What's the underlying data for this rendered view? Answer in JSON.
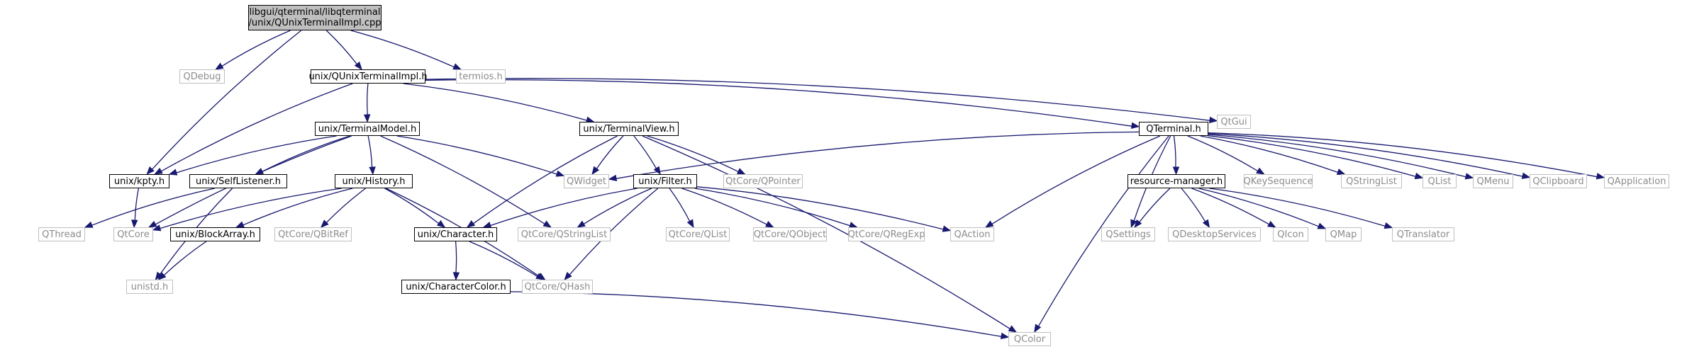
{
  "colors": {
    "edge": "#191970",
    "root_fill": "#bfbfbf",
    "external_border": "#bfbfbf",
    "external_text": "#8c8c8c",
    "local_border": "#000000"
  },
  "diagram": {
    "type": "include-dependency-graph",
    "nodes": [
      {
        "id": "root",
        "kind": "root",
        "lines": [
          "libgui/qterminal/libqterminal",
          "/unix/QUnixTerminalImpl.cpp"
        ]
      },
      {
        "id": "qdebug",
        "kind": "ext",
        "label": "QDebug"
      },
      {
        "id": "quniximpl_h",
        "kind": "local",
        "label": "unix/QUnixTerminalImpl.h"
      },
      {
        "id": "termios",
        "kind": "ext",
        "label": "termios.h"
      },
      {
        "id": "terminalmodel",
        "kind": "local",
        "label": "unix/TerminalModel.h"
      },
      {
        "id": "terminalview",
        "kind": "local",
        "label": "unix/TerminalView.h"
      },
      {
        "id": "qtgui",
        "kind": "ext",
        "label": "QtGui"
      },
      {
        "id": "qterminal",
        "kind": "local",
        "label": "QTerminal.h"
      },
      {
        "id": "kpty",
        "kind": "local",
        "label": "unix/kpty.h"
      },
      {
        "id": "selflistener",
        "kind": "local",
        "label": "unix/SelfListener.h"
      },
      {
        "id": "history",
        "kind": "local",
        "label": "unix/History.h"
      },
      {
        "id": "qwidget",
        "kind": "ext",
        "label": "QWidget"
      },
      {
        "id": "filter",
        "kind": "local",
        "label": "unix/Filter.h"
      },
      {
        "id": "qtcore_qpointer",
        "kind": "ext",
        "label": "QtCore/QPointer"
      },
      {
        "id": "resourcemanager",
        "kind": "local",
        "label": "resource-manager.h"
      },
      {
        "id": "qkeysequence",
        "kind": "ext",
        "label": "QKeySequence"
      },
      {
        "id": "qstringlist",
        "kind": "ext",
        "label": "QStringList"
      },
      {
        "id": "qlist",
        "kind": "ext",
        "label": "QList"
      },
      {
        "id": "qmenu",
        "kind": "ext",
        "label": "QMenu"
      },
      {
        "id": "qclipboard",
        "kind": "ext",
        "label": "QClipboard"
      },
      {
        "id": "qapplication",
        "kind": "ext",
        "label": "QApplication"
      },
      {
        "id": "qthread",
        "kind": "ext",
        "label": "QThread"
      },
      {
        "id": "qtcore",
        "kind": "ext",
        "label": "QtCore"
      },
      {
        "id": "blockarray",
        "kind": "local",
        "label": "unix/BlockArray.h"
      },
      {
        "id": "qtcore_qbitref",
        "kind": "ext",
        "label": "QtCore/QBitRef"
      },
      {
        "id": "character",
        "kind": "local",
        "label": "unix/Character.h"
      },
      {
        "id": "qtcore_qstringlist",
        "kind": "ext",
        "label": "QtCore/QStringList"
      },
      {
        "id": "qtcore_qlist",
        "kind": "ext",
        "label": "QtCore/QList"
      },
      {
        "id": "qtcore_qobject",
        "kind": "ext",
        "label": "QtCore/QObject"
      },
      {
        "id": "qtcore_qregexp",
        "kind": "ext",
        "label": "QtCore/QRegExp"
      },
      {
        "id": "qaction",
        "kind": "ext",
        "label": "QAction"
      },
      {
        "id": "qsettings",
        "kind": "ext",
        "label": "QSettings"
      },
      {
        "id": "qdesktopservices",
        "kind": "ext",
        "label": "QDesktopServices"
      },
      {
        "id": "qicon",
        "kind": "ext",
        "label": "QIcon"
      },
      {
        "id": "qmap",
        "kind": "ext",
        "label": "QMap"
      },
      {
        "id": "qtranslator",
        "kind": "ext",
        "label": "QTranslator"
      },
      {
        "id": "unistd",
        "kind": "ext",
        "label": "unistd.h"
      },
      {
        "id": "charactercolor",
        "kind": "local",
        "label": "unix/CharacterColor.h"
      },
      {
        "id": "qtcore_qhash",
        "kind": "ext",
        "label": "QtCore/QHash"
      },
      {
        "id": "qcolor",
        "kind": "ext",
        "label": "QColor"
      }
    ],
    "edges": [
      [
        "root",
        "qdebug"
      ],
      [
        "root",
        "quniximpl_h"
      ],
      [
        "root",
        "termios"
      ],
      [
        "root",
        "kpty"
      ],
      [
        "quniximpl_h",
        "terminalmodel"
      ],
      [
        "quniximpl_h",
        "terminalview"
      ],
      [
        "quniximpl_h",
        "qtgui"
      ],
      [
        "quniximpl_h",
        "qterminal"
      ],
      [
        "quniximpl_h",
        "kpty"
      ],
      [
        "terminalmodel",
        "kpty"
      ],
      [
        "terminalmodel",
        "selflistener"
      ],
      [
        "terminalmodel",
        "history"
      ],
      [
        "terminalmodel",
        "qwidget"
      ],
      [
        "terminalmodel",
        "qtcore"
      ],
      [
        "terminalmodel",
        "qtcore_qstringlist"
      ],
      [
        "terminalview",
        "qwidget"
      ],
      [
        "terminalview",
        "filter"
      ],
      [
        "terminalview",
        "qtcore_qpointer"
      ],
      [
        "terminalview",
        "character"
      ],
      [
        "terminalview",
        "qcolor"
      ],
      [
        "kpty",
        "qtcore"
      ],
      [
        "selflistener",
        "qthread"
      ],
      [
        "selflistener",
        "unistd"
      ],
      [
        "history",
        "qtcore"
      ],
      [
        "history",
        "blockarray"
      ],
      [
        "history",
        "qtcore_qbitref"
      ],
      [
        "history",
        "character"
      ],
      [
        "history",
        "qtcore_qhash"
      ],
      [
        "blockarray",
        "unistd"
      ],
      [
        "filter",
        "character"
      ],
      [
        "filter",
        "qtcore_qstringlist"
      ],
      [
        "filter",
        "qtcore_qlist"
      ],
      [
        "filter",
        "qtcore_qobject"
      ],
      [
        "filter",
        "qtcore_qregexp"
      ],
      [
        "filter",
        "qaction"
      ],
      [
        "filter",
        "qtcore_qhash"
      ],
      [
        "character",
        "charactercolor"
      ],
      [
        "character",
        "qtcore_qhash"
      ],
      [
        "charactercolor",
        "qcolor"
      ],
      [
        "qterminal",
        "qwidget"
      ],
      [
        "qterminal",
        "resourcemanager"
      ],
      [
        "qterminal",
        "qkeysequence"
      ],
      [
        "qterminal",
        "qstringlist"
      ],
      [
        "qterminal",
        "qlist"
      ],
      [
        "qterminal",
        "qmenu"
      ],
      [
        "qterminal",
        "qclipboard"
      ],
      [
        "qterminal",
        "qapplication"
      ],
      [
        "qterminal",
        "qaction"
      ],
      [
        "qterminal",
        "qsettings"
      ],
      [
        "qterminal",
        "qcolor"
      ],
      [
        "resourcemanager",
        "qsettings"
      ],
      [
        "resourcemanager",
        "qdesktopservices"
      ],
      [
        "resourcemanager",
        "qicon"
      ],
      [
        "resourcemanager",
        "qmap"
      ],
      [
        "resourcemanager",
        "qtranslator"
      ]
    ]
  }
}
